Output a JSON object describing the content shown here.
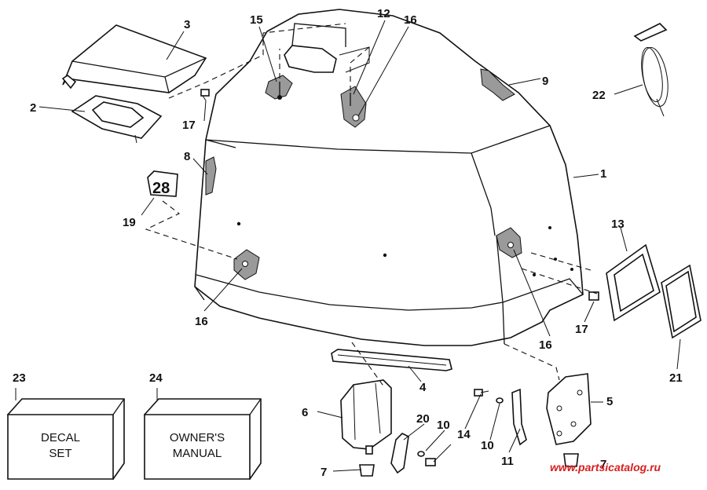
{
  "callouts": {
    "c1": "1",
    "c2": "2",
    "c3": "3",
    "c4": "4",
    "c5": "5",
    "c6": "6",
    "c7a": "7",
    "c7b": "7",
    "c8": "8",
    "c9": "9",
    "c10a": "10",
    "c10b": "10",
    "c11": "11",
    "c12": "12",
    "c13": "13",
    "c14": "14",
    "c15": "15",
    "c16a": "16",
    "c16b": "16",
    "c16c": "16",
    "c17a": "17",
    "c17b": "17",
    "c19": "19",
    "c20": "20",
    "c21": "21",
    "c22": "22",
    "c23": "23",
    "c24": "24"
  },
  "boxes": {
    "decal": {
      "line1": "DECAL",
      "line2": "SET"
    },
    "manual": {
      "line1": "OWNER'S",
      "line2": "MANUAL"
    }
  },
  "watermark": "www.partsicatalog.ru"
}
